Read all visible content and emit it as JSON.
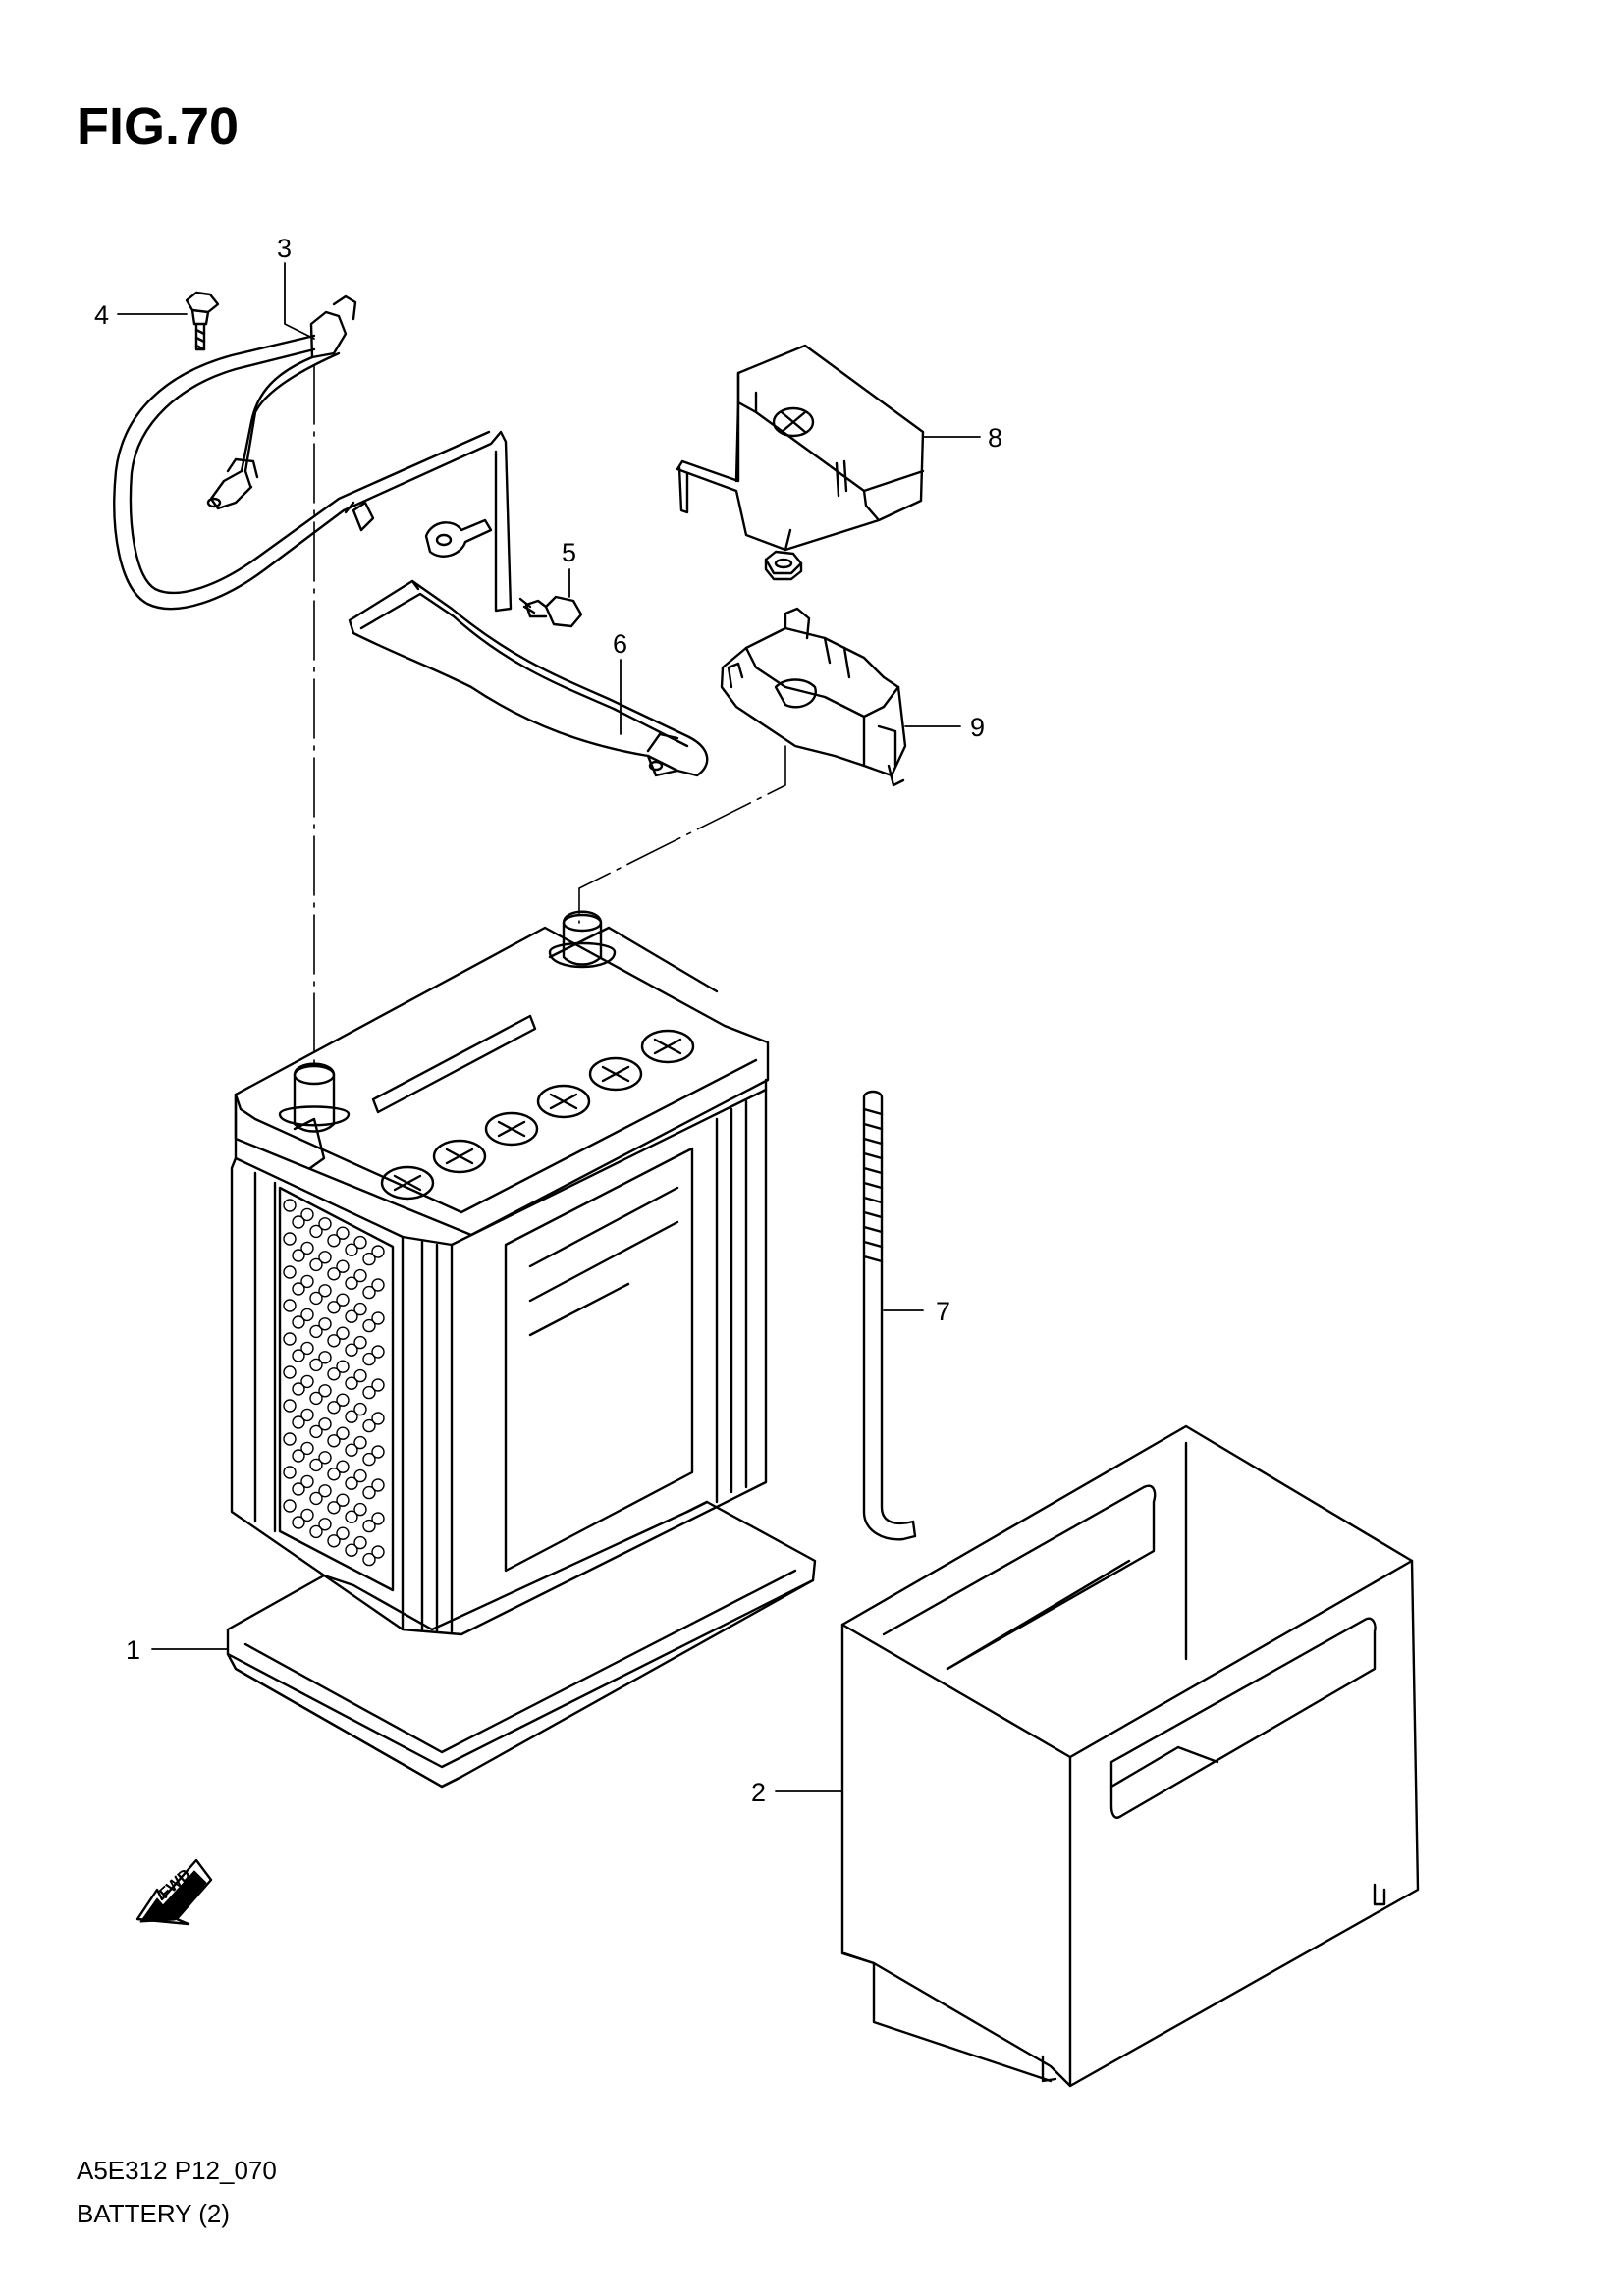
{
  "figure": {
    "title": "FIG.70"
  },
  "footer": {
    "code": "A5E312 P12_070",
    "caption": "BATTERY (2)"
  },
  "callouts": [
    {
      "num": "1"
    },
    {
      "num": "2"
    },
    {
      "num": "3"
    },
    {
      "num": "4"
    },
    {
      "num": "5"
    },
    {
      "num": "6"
    },
    {
      "num": "7"
    },
    {
      "num": "8"
    },
    {
      "num": "9"
    }
  ],
  "fwd": {
    "label": "FWD"
  },
  "colors": {
    "line": "#000000",
    "paper": "#ffffff"
  }
}
